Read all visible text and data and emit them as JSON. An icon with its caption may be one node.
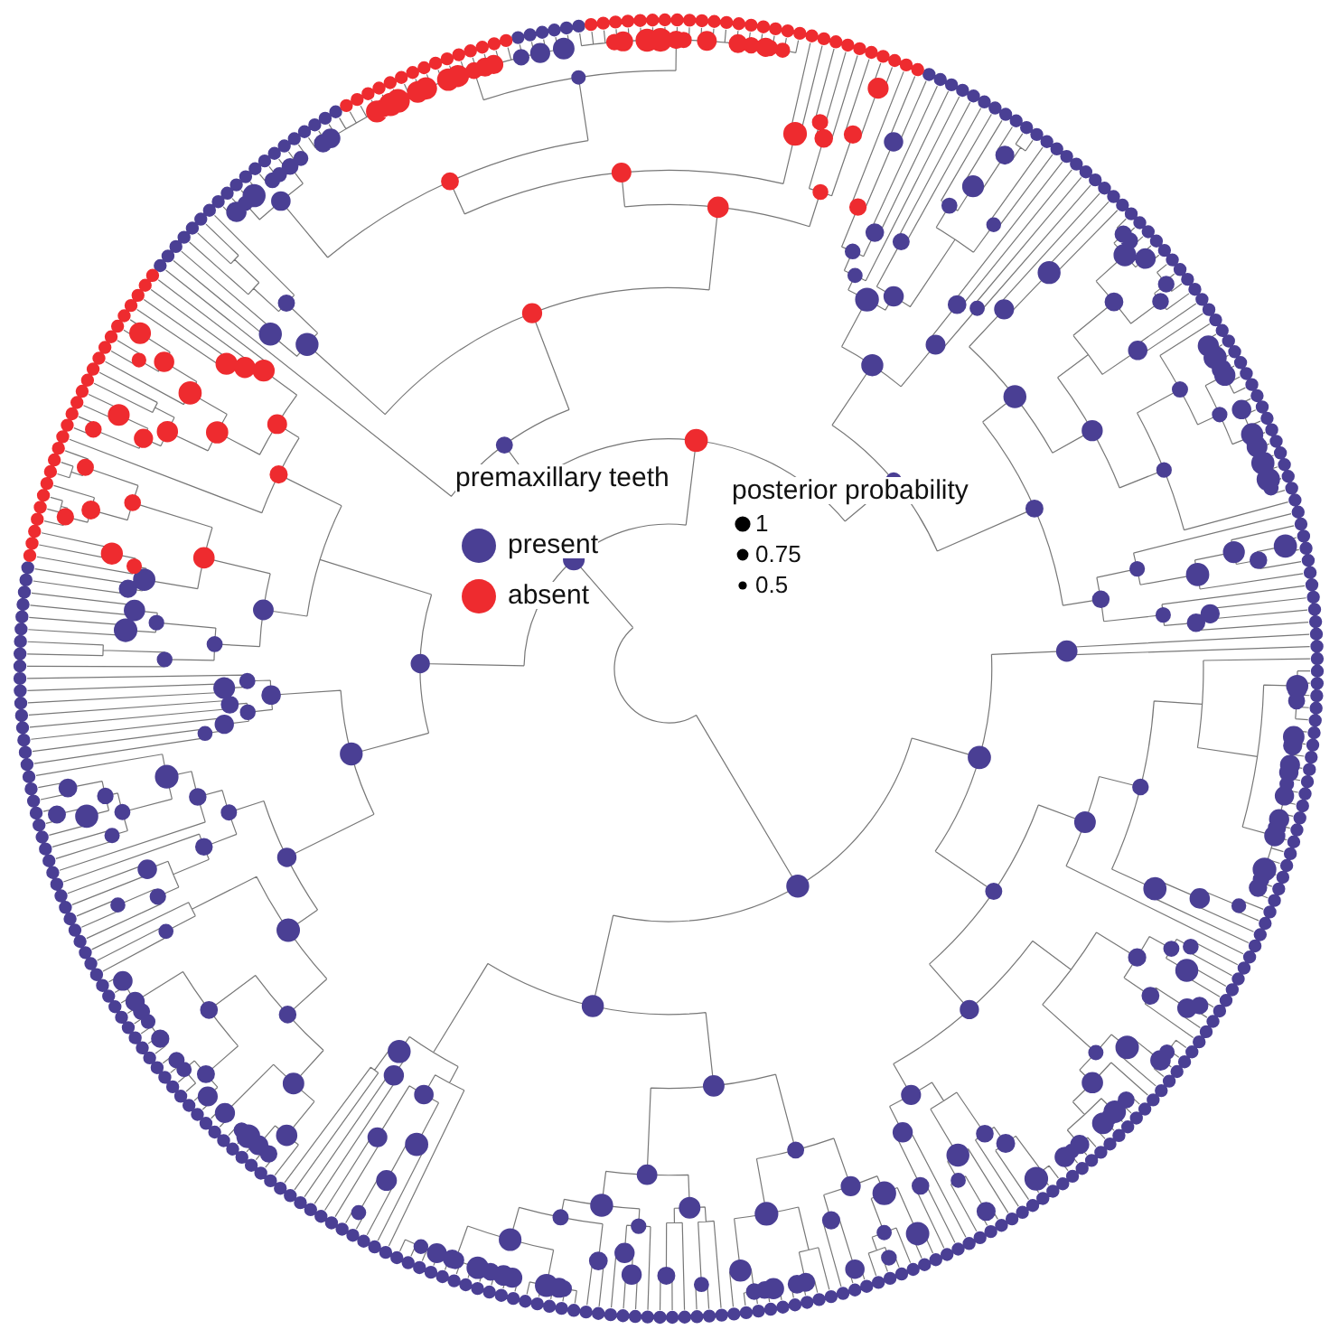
{
  "diagram": {
    "labels": [
      "premaxillary teeth",
      "posterior probability"
    ],
    "legend": [
      {
        "text": "present",
        "color": "#4a3f94"
      },
      {
        "text": "absent",
        "color": "#ee2b2f"
      },
      {
        "text": "1"
      },
      {
        "text": "0.75"
      },
      {
        "text": "0.5"
      }
    ]
  }
}
